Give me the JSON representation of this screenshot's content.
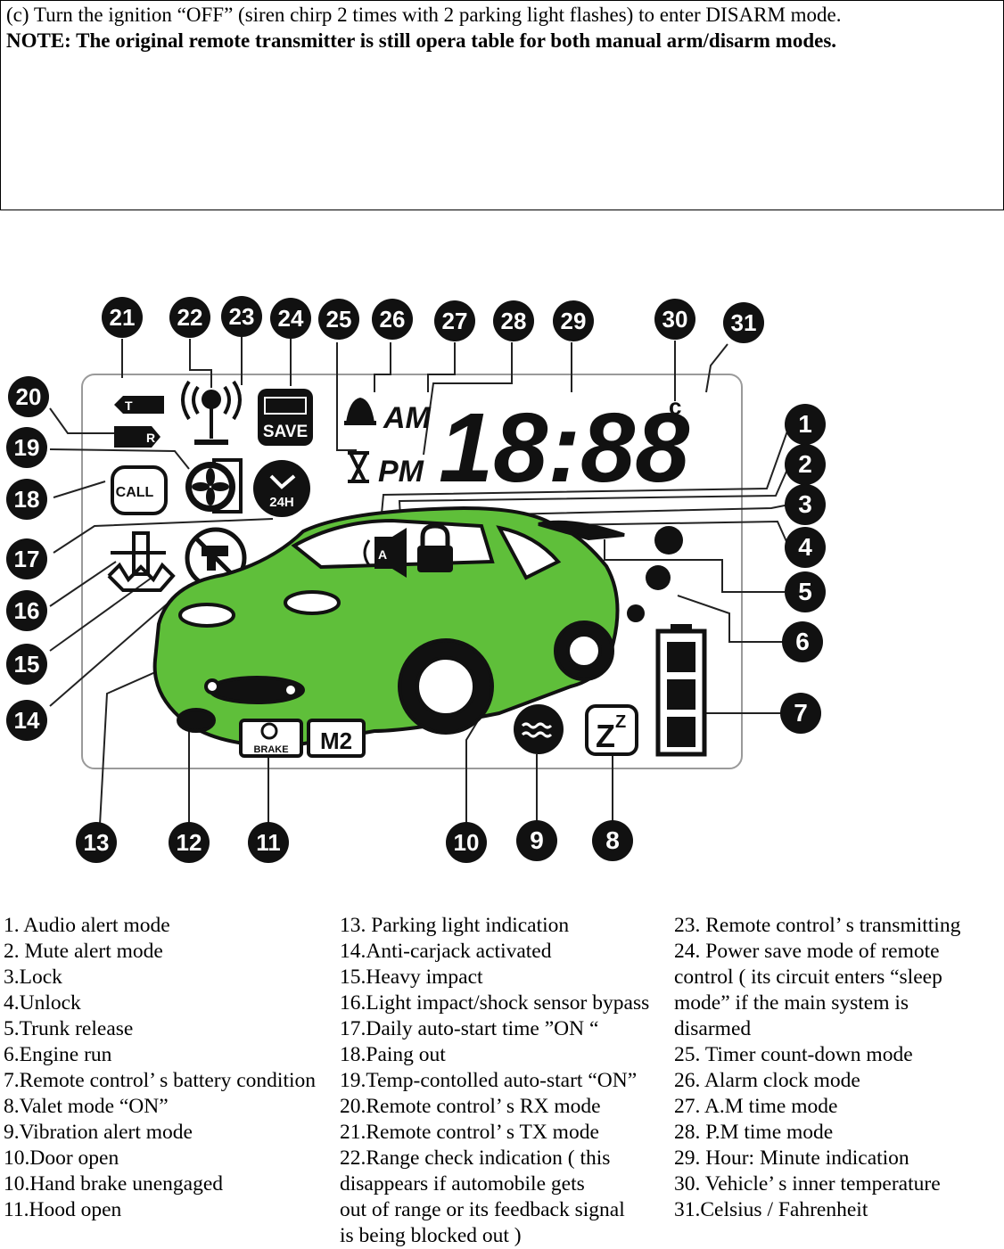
{
  "note": {
    "line1": "(c)  Turn the ignition “OFF” (siren chirp 2 times with 2 parking light flashes) to enter DISARM mode.",
    "line2": "NOTE: The original remote transmitter is still opera table for both manual arm/disarm modes."
  },
  "diagram": {
    "display": {
      "clock_digits": "18:88",
      "am": "AM",
      "pm": "PM",
      "save": "SAVE",
      "call": "CALL",
      "hr24": "24H",
      "brake": "BRAKE",
      "m2": "M2",
      "unit_c": "c",
      "tx": "T",
      "rx": "R",
      "a_letter": "A"
    },
    "callouts": [
      {
        "num": "1"
      },
      {
        "num": "2"
      },
      {
        "num": "3"
      },
      {
        "num": "4"
      },
      {
        "num": "5"
      },
      {
        "num": "6"
      },
      {
        "num": "7"
      },
      {
        "num": "8"
      },
      {
        "num": "9"
      },
      {
        "num": "10"
      },
      {
        "num": "11"
      },
      {
        "num": "12"
      },
      {
        "num": "13"
      },
      {
        "num": "14"
      },
      {
        "num": "15"
      },
      {
        "num": "16"
      },
      {
        "num": "17"
      },
      {
        "num": "18"
      },
      {
        "num": "19"
      },
      {
        "num": "20"
      },
      {
        "num": "21"
      },
      {
        "num": "22"
      },
      {
        "num": "23"
      },
      {
        "num": "24"
      },
      {
        "num": "25"
      },
      {
        "num": "26"
      },
      {
        "num": "27"
      },
      {
        "num": "28"
      },
      {
        "num": "29"
      },
      {
        "num": "30"
      },
      {
        "num": "31"
      }
    ],
    "car_color": "#5fbf3a"
  },
  "legend": {
    "col1": [
      "1. Audio alert mode",
      "2. Mute alert mode",
      "3.Lock",
      "4.Unlock",
      "5.Trunk release",
      "6.Engine run",
      "7.Remote control’ s battery condition",
      "8.Valet mode “ON”",
      "9.Vibration alert mode",
      "10.Door open",
      "10.Hand brake unengaged",
      "11.Hood open"
    ],
    "col2": [
      "13. Parking light indication",
      "14.Anti-carjack activated",
      "15.Heavy impact",
      "16.Light impact/shock sensor bypass",
      "17.Daily auto-start time ”ON “",
      "18.Paing out",
      "19.Temp-contolled auto-start “ON”",
      "20.Remote control’ s RX mode",
      "21.Remote control’ s TX mode",
      "22.Range check indication ( this",
      "disappears if automobile gets",
      "out of range or its feedback signal",
      "is being blocked out )"
    ],
    "col3": [
      "23. Remote control’ s transmitting",
      "24. Power save mode of remote",
      "control ( its circuit enters “sleep",
      "mode” if the main system is",
      "disarmed",
      "25. Timer count-down mode",
      "26. Alarm clock mode",
      "27. A.M time mode",
      "28. P.M time mode",
      "29. Hour: Minute indication",
      "30. Vehicle’ s inner temperature",
      "31.Celsius / Fahrenheit"
    ]
  }
}
